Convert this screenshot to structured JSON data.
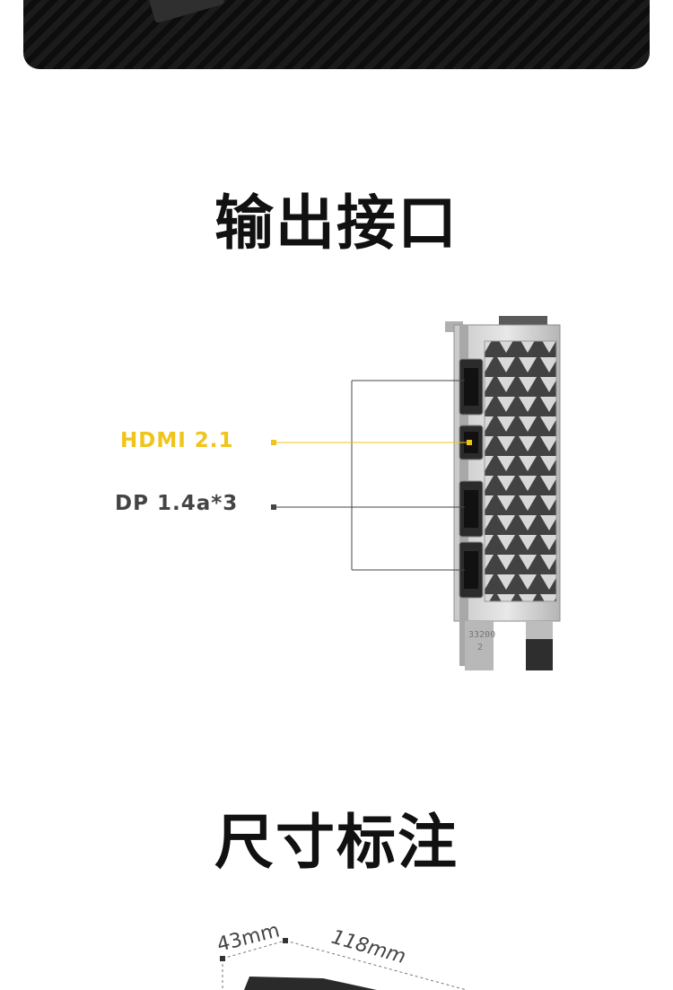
{
  "sections": {
    "output_title": "输出接口",
    "size_title": "尺寸标注"
  },
  "ports": {
    "hdmi": "HDMI 2.1",
    "dp": "DP 1.4a*3"
  },
  "bracket_marks": {
    "code": "33200",
    "num": "2"
  },
  "dimensions": {
    "height": "43mm",
    "length": "118mm"
  },
  "colors": {
    "hdmi_accent": "#f0c419",
    "dp_line": "#444444",
    "banner": "#111111"
  }
}
